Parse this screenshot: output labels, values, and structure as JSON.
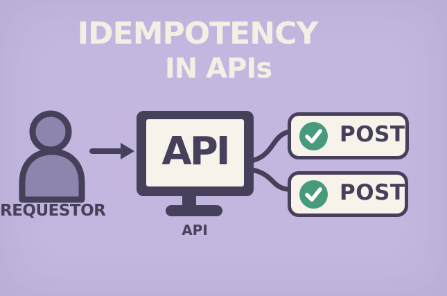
{
  "title": {
    "line1": "IDEMPOTENCY",
    "line2": "IN APIs"
  },
  "requestor": {
    "label": "REQUESTOR",
    "icon": "person-icon"
  },
  "api_node": {
    "screen_text": "API",
    "caption": "API",
    "icon": "monitor-icon"
  },
  "flow": {
    "request_arrow_icon": "arrow-right-icon",
    "branch_up_icon": "curved-arrow-up-icon",
    "branch_down_icon": "curved-arrow-down-icon"
  },
  "requests": [
    {
      "method": "POST",
      "status_icon": "check-circle-icon"
    },
    {
      "method": "POST",
      "status_icon": "check-circle-icon"
    }
  ],
  "colors": {
    "background": "#C3B7DF",
    "ink": "#46405A",
    "cream": "#F8F3EA",
    "green": "#489A7D",
    "person_fill": "#8E84AE",
    "title_text": "#F4EFE4"
  }
}
